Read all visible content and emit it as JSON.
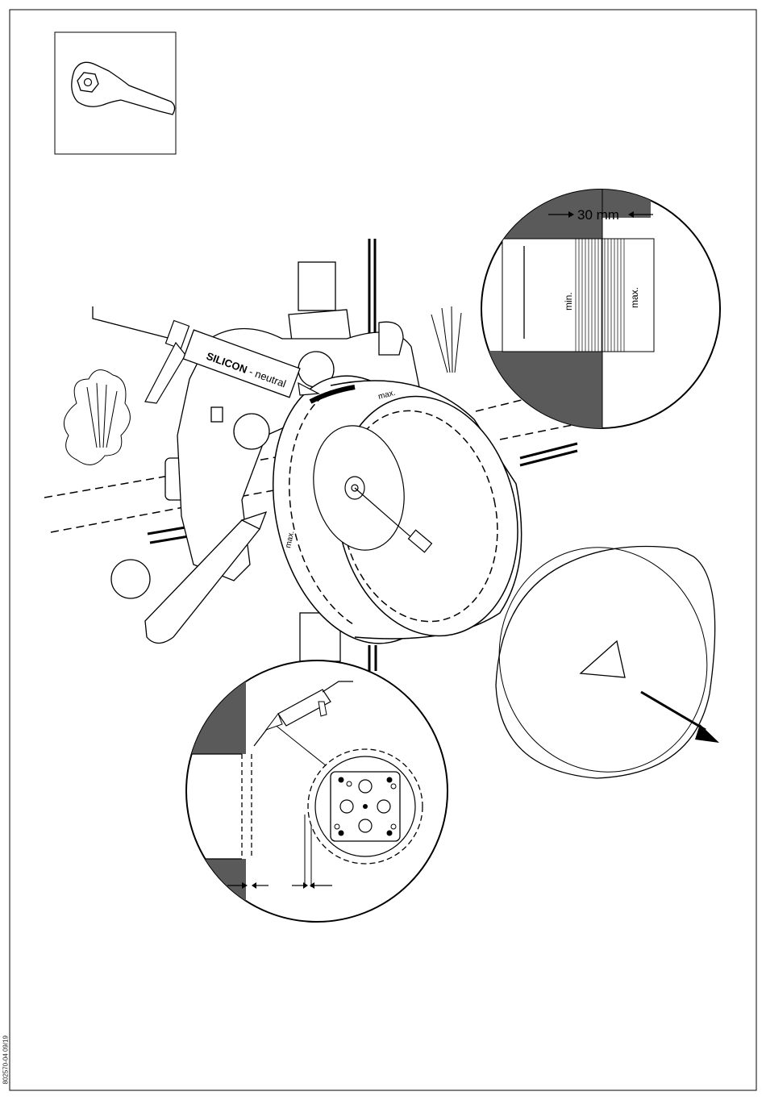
{
  "doc_code": "802570-04 09/19",
  "labels": {
    "measure": "30 mm",
    "min": "min.",
    "max": "max.",
    "cartridge_brand": "SILICON",
    "cartridge_suffix": " - neutral",
    "ring_mark_1": "max.",
    "ring_mark_2": "max."
  },
  "icons": {
    "tool_box": "wrench-icon"
  },
  "colors": {
    "line": "#000000",
    "wall_fill": "#5a5a5a",
    "background": "#ffffff"
  }
}
